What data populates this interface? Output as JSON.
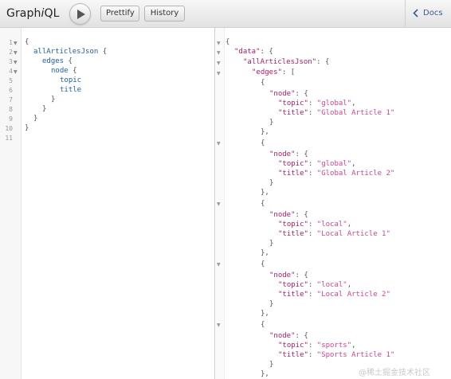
{
  "app": {
    "logo_prefix": "Graph",
    "logo_italic": "i",
    "logo_suffix": "QL"
  },
  "toolbar": {
    "prettify_label": "Prettify",
    "history_label": "History",
    "docs_label": "Docs"
  },
  "editor": {
    "line_numbers": [
      "1",
      "2",
      "3",
      "4",
      "5",
      "6",
      "7",
      "8",
      "9",
      "10",
      "11"
    ],
    "lines": {
      "l1": "{",
      "l2_field": "allArticlesJson",
      "l2_brace": " {",
      "l3_field": "edges",
      "l3_brace": " {",
      "l4_field": "node",
      "l4_brace": " {",
      "l5_field": "topic",
      "l6_field": "title",
      "l7": "}",
      "l8": "}",
      "l9": "}",
      "l10": "}"
    }
  },
  "result": {
    "data_key": "\"data\"",
    "all_key": "\"allArticlesJson\"",
    "edges_key": "\"edges\"",
    "node_key": "\"node\"",
    "topic_key": "\"topic\"",
    "title_key": "\"title\"",
    "colon": ": ",
    "open_obj": "{",
    "close_obj": "}",
    "close_obj_comma": "},",
    "open_arr": "[",
    "comma": ",",
    "items": [
      {
        "topic": "\"global\"",
        "title": "\"Global Article 1\""
      },
      {
        "topic": "\"global\"",
        "title": "\"Global Article 2\""
      },
      {
        "topic": "\"local\"",
        "title": "\"Local Article 1\""
      },
      {
        "topic": "\"local\"",
        "title": "\"Local Article 2\""
      },
      {
        "topic": "\"sports\"",
        "title": "\"Sports Article 1\""
      }
    ]
  },
  "watermark": "@稀土掘金技术社区",
  "colors": {
    "keyword": "#1f61a0",
    "json_key": "#b11a68",
    "json_string": "#d64292",
    "docs_link": "#3b5998"
  }
}
